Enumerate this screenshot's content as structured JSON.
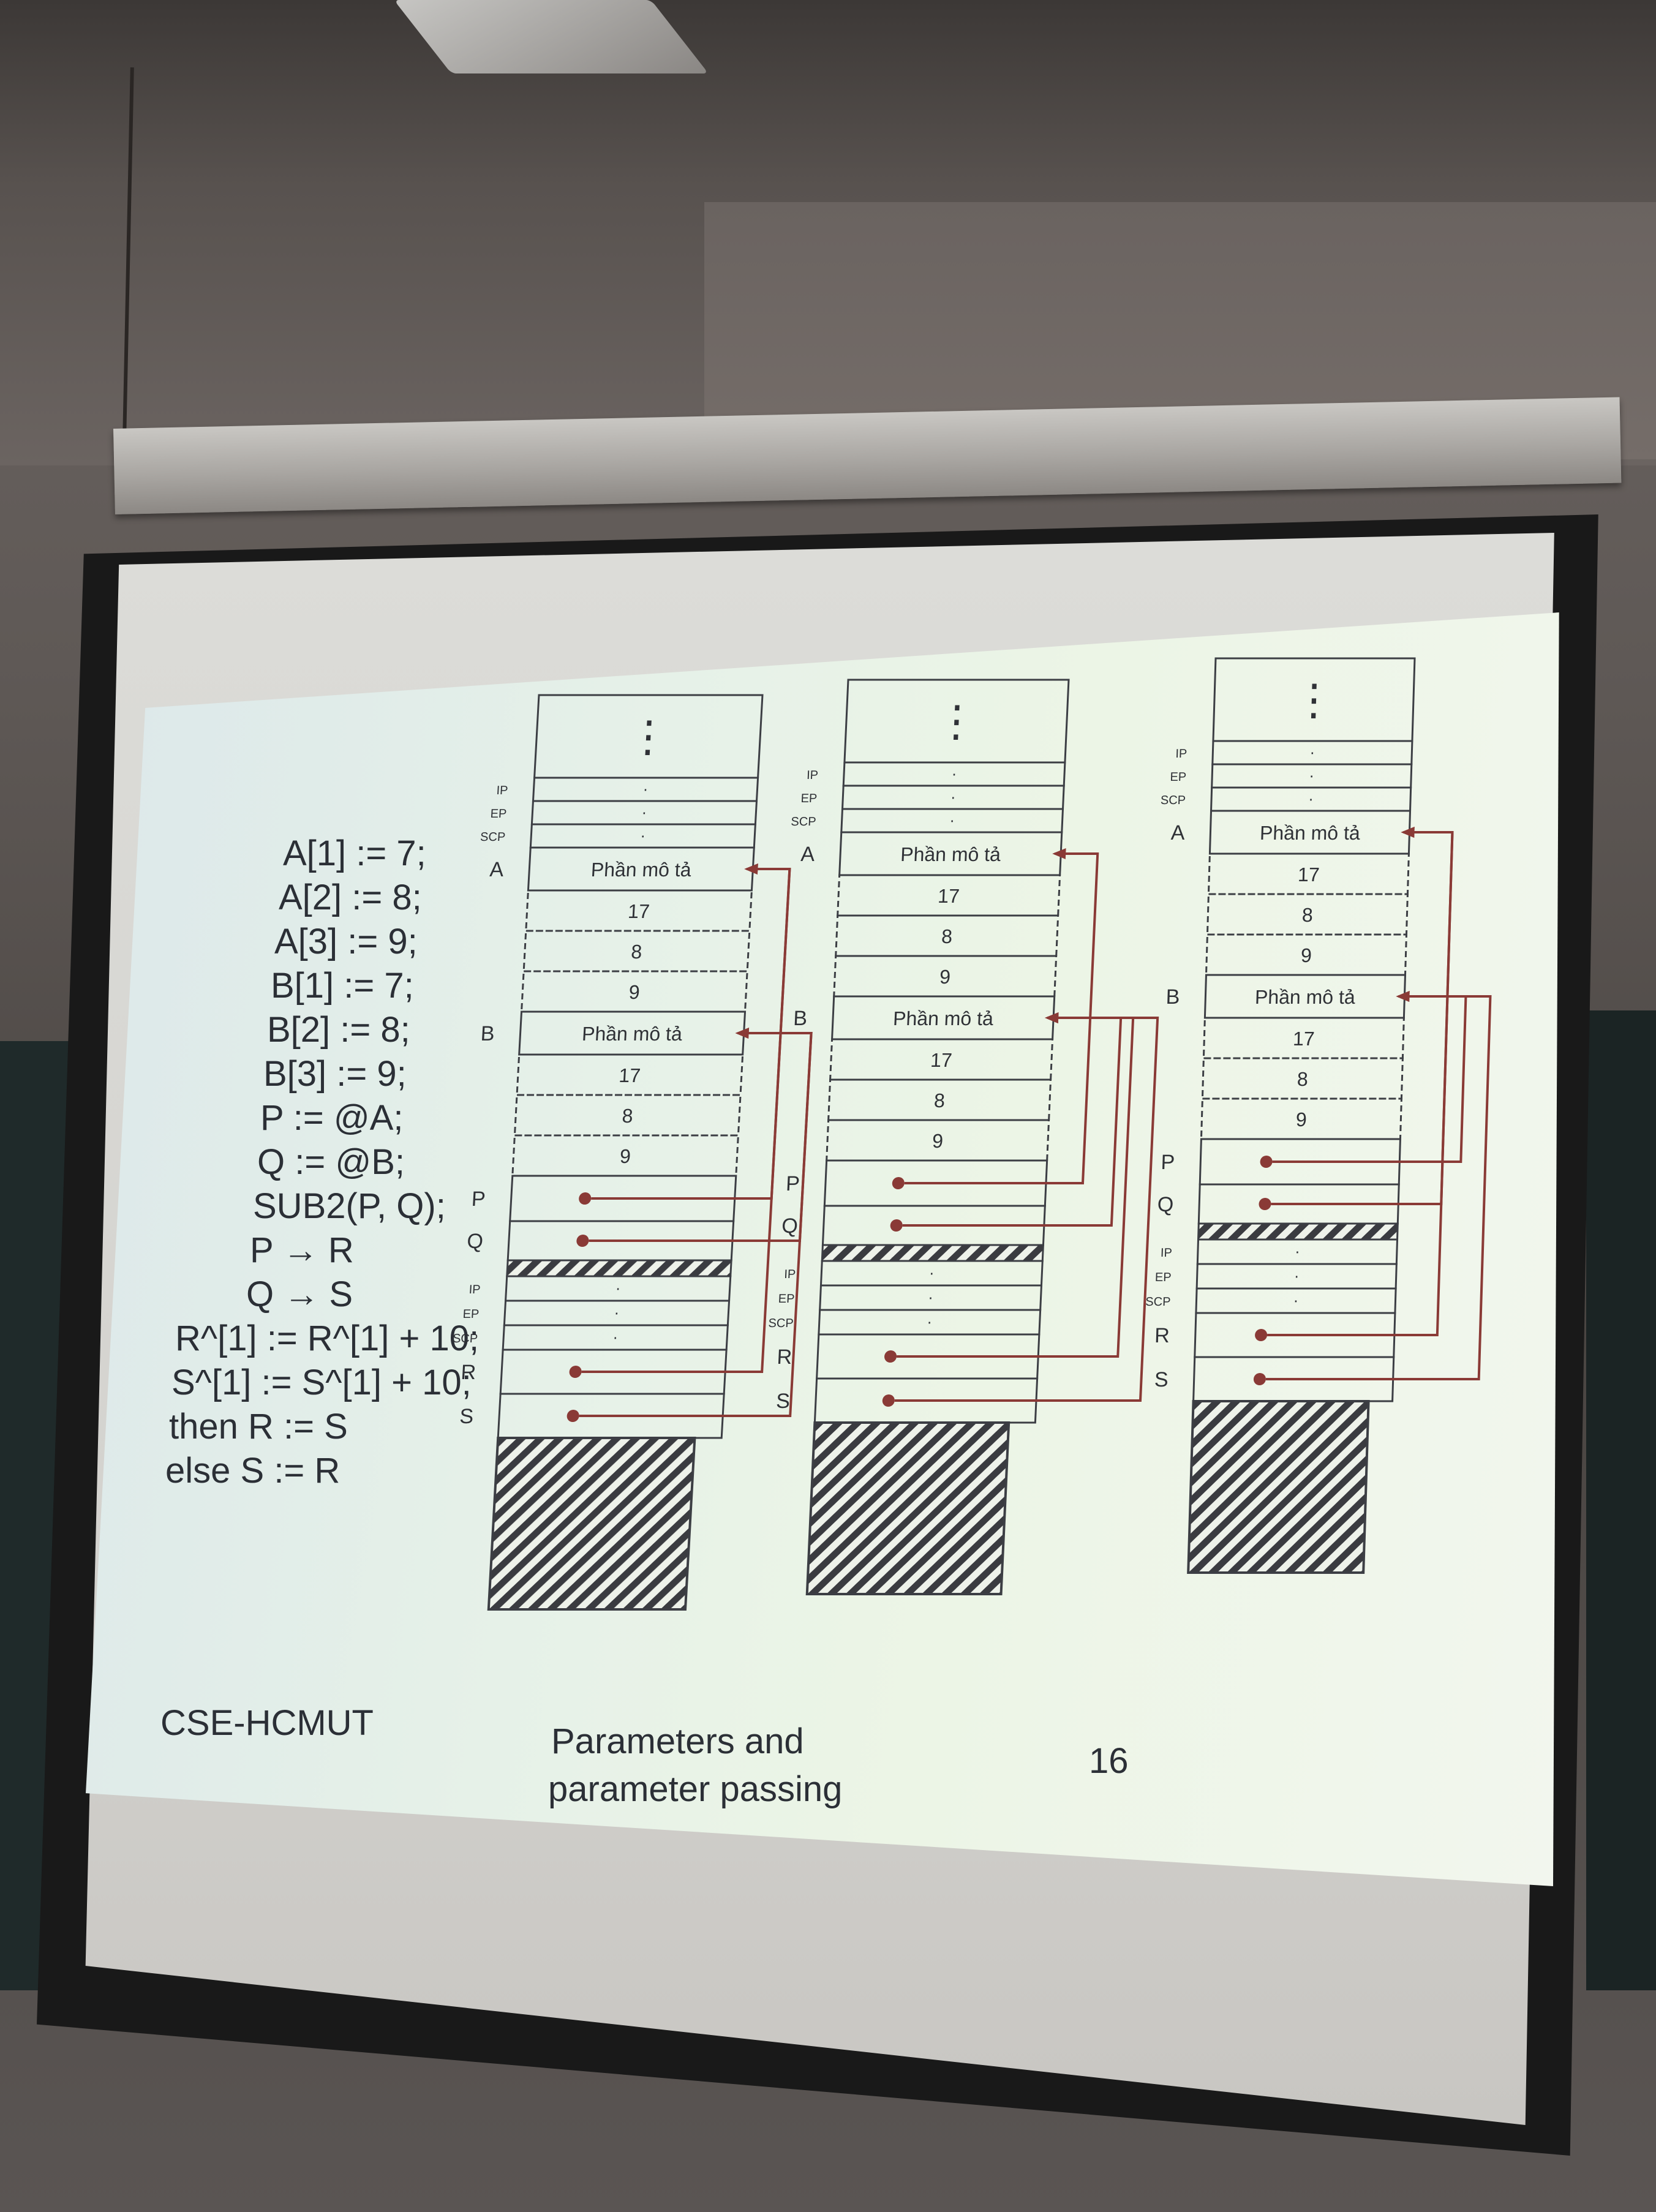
{
  "code": [
    "A[1] := 7;",
    "A[2] := 8;",
    "A[3] := 9;",
    "B[1] := 7;",
    "B[2] := 8;",
    "B[3] := 9;",
    "P := @A;",
    "Q := @B;",
    "SUB2(P, Q);",
    "P → R",
    "Q → S",
    "R^[1] := R^[1] + 10;",
    "S^[1] := S^[1] + 10;",
    "then R := S",
    "else S := R"
  ],
  "labels": {
    "ip": "IP",
    "ep": "EP",
    "scp": "SCP",
    "a": "A",
    "b": "B",
    "p": "P",
    "q": "Q",
    "r": "R",
    "s": "S",
    "descriptor": "Phần mô tả",
    "dots": "⋮",
    "small_dot": "·"
  },
  "stacks": [
    {
      "a_values": [
        "17",
        "8",
        "9"
      ],
      "b_values": [
        "17",
        "8",
        "9"
      ]
    },
    {
      "a_values": [
        "17",
        "8",
        "9"
      ],
      "b_values": [
        "17",
        "8",
        "9"
      ]
    },
    {
      "a_values": [
        "17",
        "8",
        "9"
      ],
      "b_values": [
        "17",
        "8",
        "9"
      ]
    }
  ],
  "footer": {
    "left": "CSE-HCMUT",
    "center_line1": "Parameters and",
    "center_line2": "parameter passing",
    "page": "16"
  },
  "colors": {
    "arrow": "#8a3a36",
    "cell_border": "#3c3e44",
    "hatch": "#3a3b40"
  }
}
